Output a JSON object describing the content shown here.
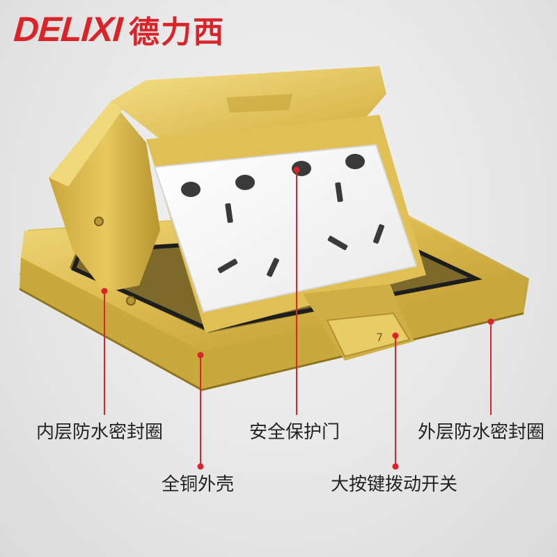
{
  "brand": {
    "name_en": "DELIXI",
    "name_cn": "德力西",
    "color": "#d9242a"
  },
  "callouts": [
    {
      "id": "inner-seal",
      "text": "内层防水密封圈"
    },
    {
      "id": "safety-door",
      "text": "安全保护门"
    },
    {
      "id": "outer-seal",
      "text": "外层防水密封圈"
    },
    {
      "id": "copper-shell",
      "text": "全铜外壳"
    },
    {
      "id": "slide-switch",
      "text": "大按键拨动开关"
    }
  ],
  "switch_glyph": "7",
  "colors": {
    "brass": "#d8b64a",
    "brass_dark": "#a98a2a",
    "panel": "#f5f5f5",
    "socket_hole": "#3a3a3a",
    "accent": "#d9242a"
  }
}
